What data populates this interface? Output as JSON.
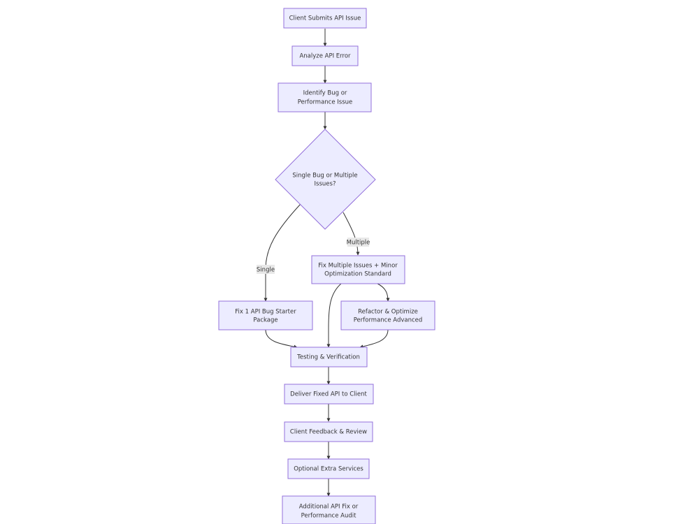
{
  "nodes": {
    "submit": [
      "Client Submits API Issue"
    ],
    "analyze": [
      "Analyze API Error"
    ],
    "identify": [
      "Identify Bug or",
      "Performance Issue"
    ],
    "decision": [
      "Single Bug or Multiple",
      "Issues?"
    ],
    "multiple_fix": [
      "Fix Multiple Issues + Minor",
      "Optimization Standard"
    ],
    "single_fix": [
      "Fix 1 API Bug Starter",
      "Package"
    ],
    "refactor": [
      "Refactor & Optimize",
      "Performance Advanced"
    ],
    "testing": [
      "Testing & Verification"
    ],
    "deliver": [
      "Deliver Fixed API to Client"
    ],
    "feedback": [
      "Client Feedback & Review"
    ],
    "optional": [
      "Optional Extra Services"
    ],
    "additional": [
      "Additional API Fix or",
      "Performance Audit"
    ]
  },
  "edge_labels": {
    "single": "Single",
    "multiple": "Multiple"
  },
  "colors": {
    "node_fill": "#ECECFF",
    "node_stroke": "#9370DB",
    "edge": "#333333",
    "label_bg": "#e8e8e8"
  }
}
